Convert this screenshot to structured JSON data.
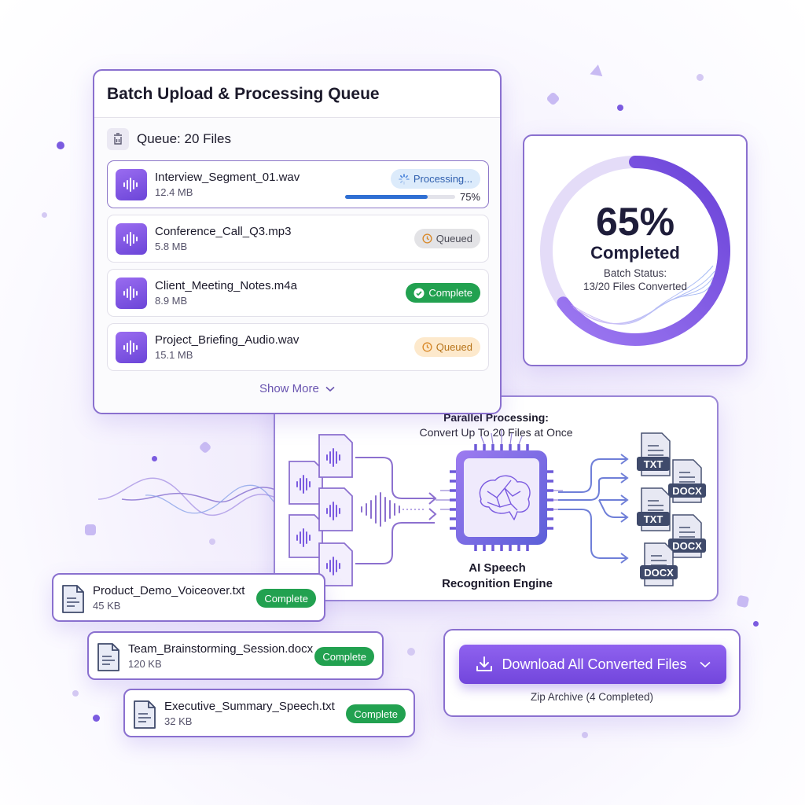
{
  "queue_panel": {
    "title": "Batch Upload & Processing Queue",
    "queue_label": "Queue: 20 Files",
    "files": [
      {
        "name": "Interview_Segment_01.wav",
        "size": "12.4 MB",
        "status": "Processing...",
        "progress_pct": "75%",
        "progress_value": 75
      },
      {
        "name": "Conference_Call_Q3.mp3",
        "size": "5.8 MB",
        "status": "Queued"
      },
      {
        "name": "Client_Meeting_Notes.m4a",
        "size": "8.9 MB",
        "status": "Complete"
      },
      {
        "name": "Project_Briefing_Audio.wav",
        "size": "15.1 MB",
        "status": "Queued"
      }
    ],
    "show_more_label": "Show More"
  },
  "batch_status": {
    "percent": "65%",
    "percent_value": 65,
    "label": "Completed",
    "sub_line1": "Batch Status:",
    "sub_line2": "13/20 Files Converted",
    "accent_color": "#7b55e6"
  },
  "pipeline": {
    "title": "Parallel Processing:",
    "subtitle": "Convert Up To 20 Files at Once",
    "engine_label_line1": "AI Speech",
    "engine_label_line2": "Recognition Engine",
    "outputs": [
      "TXT",
      "DOCX",
      "TXT",
      "DOCX",
      "DOCX"
    ]
  },
  "converted_files": [
    {
      "name": "Product_Demo_Voiceover.txt",
      "size": "45 KB",
      "status": "Complete"
    },
    {
      "name": "Team_Brainstorming_Session.docx",
      "size": "120 KB",
      "status": "Complete"
    },
    {
      "name": "Executive_Summary_Speech.txt",
      "size": "32 KB",
      "status": "Complete"
    }
  ],
  "download": {
    "button_label": "Download All Converted Files",
    "sub_label": "Zip Archive (4 Completed)"
  },
  "colors": {
    "brand_purple": "#7b55e6",
    "complete_green": "#22a150",
    "processing_blue": "#2f6fd3",
    "queued_orange": "#b7741a"
  }
}
